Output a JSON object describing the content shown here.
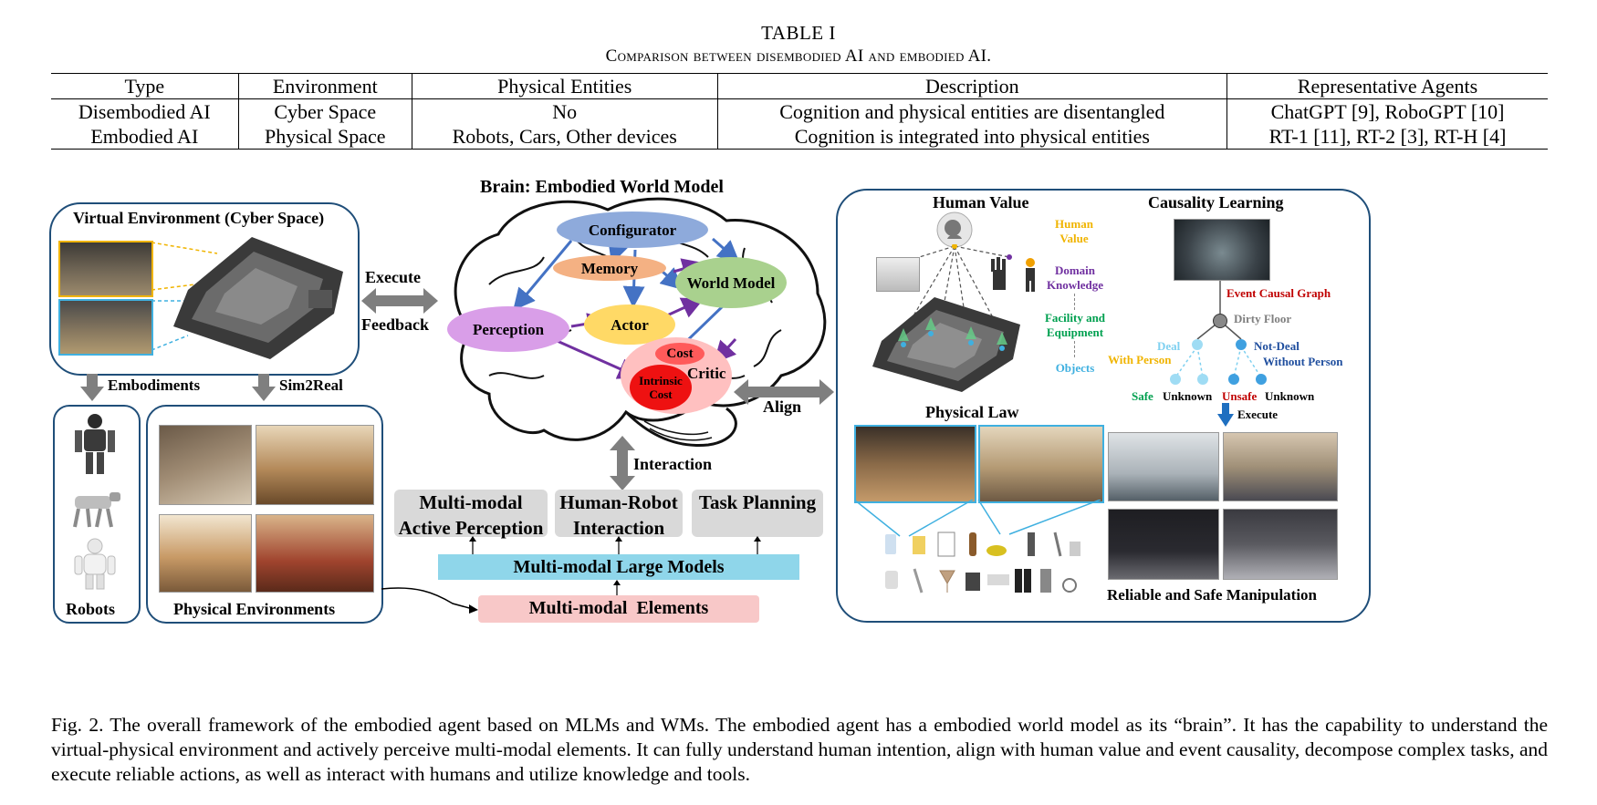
{
  "table": {
    "title": "TABLE I",
    "caption": "Comparison between disembodied AI and embodied AI.",
    "headers": [
      "Type",
      "Environment",
      "Physical Entities",
      "Description",
      "Representative Agents"
    ],
    "rows": [
      [
        "Disembodied AI",
        "Cyber Space",
        "No",
        "Cognition and physical entities are disentangled",
        "ChatGPT [9], RoboGPT [10]"
      ],
      [
        "Embodied AI",
        "Physical Space",
        "Robots, Cars, Other devices",
        "Cognition is integrated into physical entities",
        "RT-1 [11], RT-2 [3], RT-H [4]"
      ]
    ]
  },
  "figure": {
    "left": {
      "virtual_title": "Virtual Environment (Cyber Space)",
      "embodiments": "Embodiments",
      "sim2real": "Sim2Real",
      "robots": "Robots",
      "physical_envs": "Physical Environments"
    },
    "center": {
      "brain_title": "Brain: Embodied World Model",
      "execute": "Execute",
      "feedback": "Feedback",
      "align": "Align",
      "interaction": "Interaction",
      "nodes": {
        "configurator": "Configurator",
        "memory": "Memory",
        "world_model": "World Model",
        "perception": "Perception",
        "actor": "Actor",
        "cost": "Cost",
        "intrinsic_cost": "Intrinsic Cost",
        "critic": "Critic"
      },
      "boxes": [
        "Multi-modal Active Perception",
        "Human-Robot Interaction",
        "Task Planning"
      ],
      "mlm": "Multi-modal Large Models",
      "elements": "Multi-modal  Elements"
    },
    "right": {
      "human_value": "Human Value",
      "hv_legend": [
        "Human Value",
        "Domain Knowledge",
        "Facility and Equipment",
        "Objects"
      ],
      "causality": "Causality Learning",
      "ecg": "Event Causal Graph",
      "dirty_floor": "Dirty Floor",
      "deal": "Deal",
      "with_person": "With Person",
      "not_deal": "Not-Deal",
      "without_person": "Without Person",
      "leaves": [
        "Safe",
        "Unknown",
        "Unsafe",
        "Unknown"
      ],
      "execute": "Execute",
      "physical_law": "Physical Law",
      "manipulation": "Reliable and Safe Manipulation"
    },
    "caption": "Fig. 2.  The overall framework of the embodied agent based on MLMs and WMs. The embodied agent has a embodied world model as its “brain”. It has the capability to understand the virtual-physical environment and actively perceive multi-modal elements. It can fully understand human intention, align with human value and event causality, decompose complex tasks, and execute reliable actions, as well as interact with humans and utilize knowledge and tools."
  },
  "colors": {
    "panel_border": "#1f4e79",
    "configurator": "#8eaadb",
    "memory": "#f4b183",
    "world_model": "#a9d18e",
    "perception": "#d99ee8",
    "actor": "#ffd966",
    "critic": "#ffc0c0",
    "cost": "#ff5a5a",
    "mlm_bar": "#8fd6ea",
    "elements_bar": "#f8c8c8",
    "arrow_blue": "#4472c4",
    "arrow_purple": "#7030a0"
  }
}
